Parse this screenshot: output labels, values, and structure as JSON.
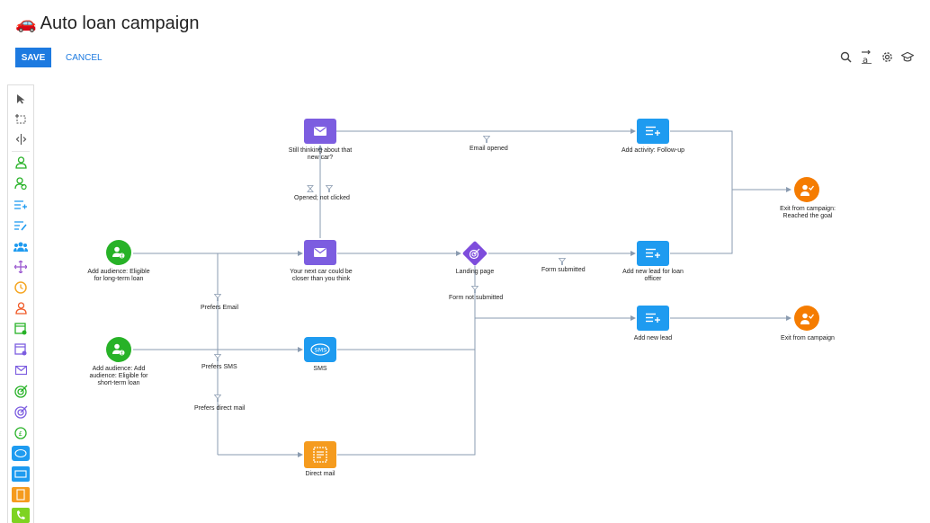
{
  "header": {
    "title": "Auto loan campaign",
    "title_icon": "car-icon",
    "save_label": "SAVE",
    "cancel_label": "CANCEL",
    "accent_color": "#1d7ae0"
  },
  "toolbar": {
    "tools": [
      "search-icon",
      "text-translate-icon",
      "gear-icon",
      "academy-icon"
    ]
  },
  "palette": {
    "items": [
      "pointer-icon",
      "selection-area-icon",
      "split-icon",
      "add-audience-icon",
      "add-audience-alt-icon",
      "add-activity-icon",
      "edit-lead-icon",
      "group-icon",
      "split-flow-icon",
      "timer-icon",
      "contact-icon",
      "landing-page-icon",
      "page-alt-icon",
      "email-icon",
      "target-icon",
      "target-alt-icon",
      "event-icon",
      "sms-icon",
      "banner-icon",
      "direct-mail-icon",
      "phone-icon"
    ]
  },
  "nodes": {
    "add_audience_long": "Add audience: Eligible for long-term loan",
    "add_audience_short": "Add audience: Add audience: Eligible for short-term loan",
    "email_still_thinking": "Still thinking about that new car?",
    "email_next_car": "Your next car could be closer than you think",
    "sms": "SMS",
    "direct_mail": "Direct mail",
    "landing_page": "Landing page",
    "add_activity": "Add activity: Follow-up",
    "add_new_lead_officer": "Add new lead for loan officer",
    "add_new_lead": "Add new lead",
    "exit_goal": "Exit from campaign: Reached the goal",
    "exit": "Exit from campaign"
  },
  "edges": {
    "email_opened": "Email opened",
    "opened_not_clicked": "Opened; not clicked",
    "form_submitted": "Form submitted",
    "form_not_submitted": "Form not submitted",
    "prefers_email": "Prefers Email",
    "prefers_sms": "Prefers SMS",
    "prefers_direct_mail": "Prefers direct mail"
  },
  "colors": {
    "audience": "#27b227",
    "email": "#7c5de0",
    "activity": "#1e9bf0",
    "exit": "#f57c00",
    "mail": "#f59b1e",
    "landing": "#7e4ddc",
    "connector": "#8a9bb0"
  }
}
